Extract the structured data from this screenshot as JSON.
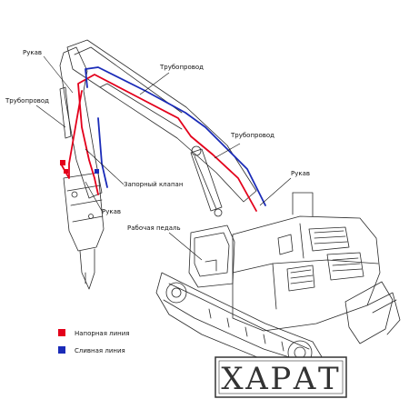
{
  "labels": {
    "hose_top": "Рукав",
    "pipe_top": "Трубопровод",
    "pipe_left": "Трубопровод",
    "pipe_right": "Трубопровод",
    "hose_right": "Рукав",
    "shutoff_valve": "Запорный клапан",
    "hose_bottom": "Рукав",
    "work_pedal": "Рабочая педаль"
  },
  "legend": [
    {
      "label": "Напорная линия",
      "color": "#e3001b"
    },
    {
      "label": "Сливная линия",
      "color": "#1a2bb8"
    }
  ],
  "watermark": {
    "text": "ХАРАТ"
  },
  "colors": {
    "pressure_line": "#e3001b",
    "return_line": "#1a2bb8",
    "outline": "#2a2a2a"
  }
}
